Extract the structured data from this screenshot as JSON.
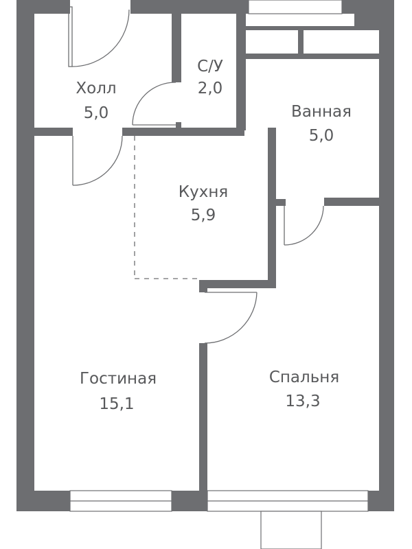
{
  "rooms": {
    "hall": {
      "name": "Холл",
      "area": "5,0"
    },
    "wc": {
      "name": "С/У",
      "area": "2,0"
    },
    "bathroom": {
      "name": "Ванная",
      "area": "5,0"
    },
    "kitchen": {
      "name": "Кухня",
      "area": "5,9"
    },
    "living": {
      "name": "Гостиная",
      "area": "15,1"
    },
    "bedroom": {
      "name": "Спальня",
      "area": "13,3"
    }
  }
}
